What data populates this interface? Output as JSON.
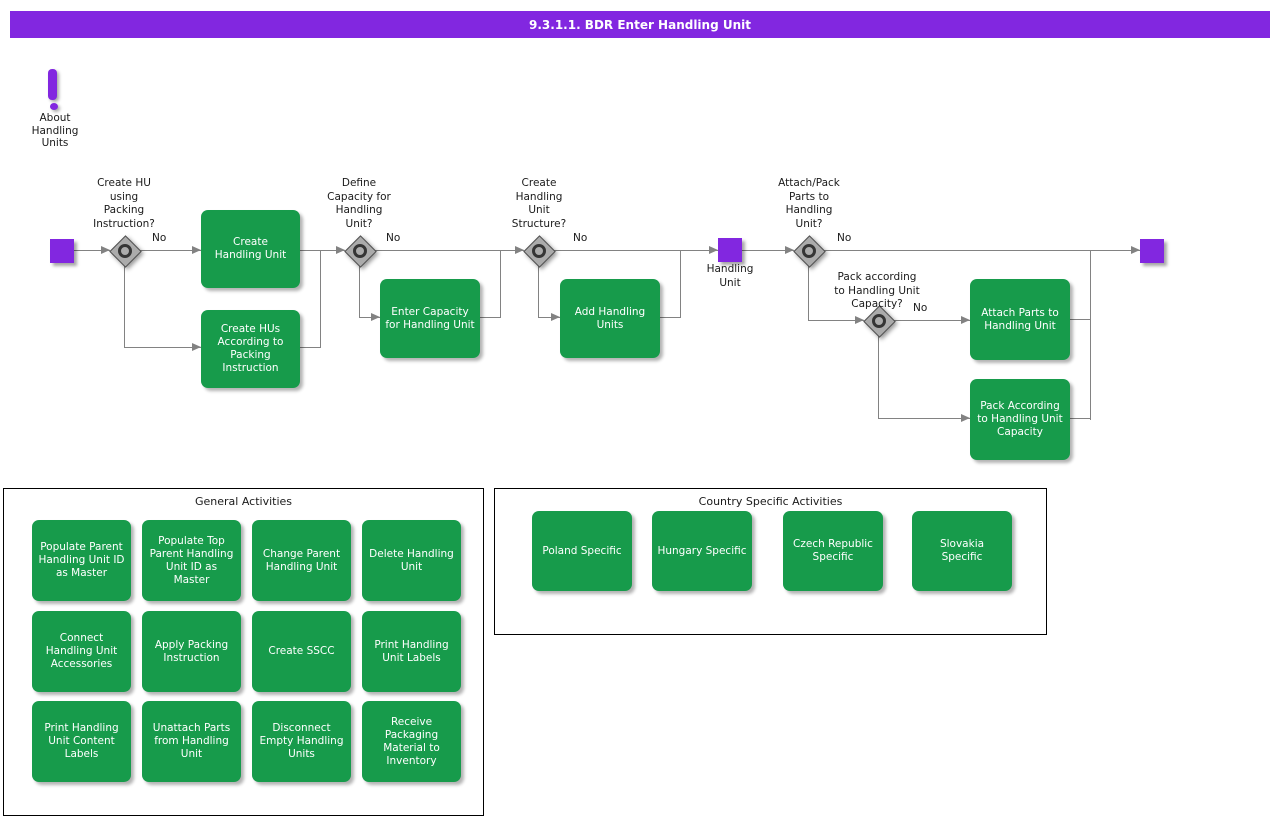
{
  "banner": {
    "title": "9.3.1.1. BDR Enter Handling Unit"
  },
  "about": {
    "label": "About\nHandling\nUnits"
  },
  "flow": {
    "decisions": [
      {
        "question": "Create HU\nusing\nPacking\nInstruction?",
        "branch_label": "No"
      },
      {
        "question": "Define\nCapacity for\nHandling\nUnit?",
        "branch_label": "No"
      },
      {
        "question": "Create\nHandling\nUnit\nStructure?",
        "branch_label": "No"
      },
      {
        "question": "Attach/Pack\nParts to\nHandling\nUnit?",
        "branch_label": "No"
      },
      {
        "question": "Pack according\nto Handling Unit\nCapacity?",
        "branch_label": "No"
      }
    ],
    "activities": [
      {
        "label": "Create\nHandling Unit"
      },
      {
        "label": "Create HUs\nAccording to\nPacking\nInstruction"
      },
      {
        "label": "Enter Capacity\nfor Handling Unit"
      },
      {
        "label": "Add Handling\nUnits"
      },
      {
        "label": "Attach Parts to\nHandling Unit"
      },
      {
        "label": "Pack According\nto Handling Unit\nCapacity"
      }
    ],
    "intermediate_event_label": "Handling\nUnit"
  },
  "general_activities": {
    "title": "General Activities",
    "items": [
      {
        "label": "Populate Parent\nHandling Unit ID\nas Master"
      },
      {
        "label": "Populate Top\nParent Handling\nUnit ID as\nMaster"
      },
      {
        "label": "Change Parent\nHandling Unit"
      },
      {
        "label": "Delete Handling\nUnit"
      },
      {
        "label": "Connect\nHandling Unit\nAccessories"
      },
      {
        "label": "Apply Packing\nInstruction"
      },
      {
        "label": "Create SSCC"
      },
      {
        "label": "Print Handling\nUnit Labels"
      },
      {
        "label": "Print Handling\nUnit Content\nLabels"
      },
      {
        "label": "Unattach Parts\nfrom Handling\nUnit"
      },
      {
        "label": "Disconnect\nEmpty Handling\nUnits"
      },
      {
        "label": "Receive\nPackaging\nMaterial to\nInventory"
      }
    ]
  },
  "country_activities": {
    "title": "Country Specific Activities",
    "items": [
      {
        "label": "Poland Specific"
      },
      {
        "label": "Hungary Specific"
      },
      {
        "label": "Czech Republic\nSpecific"
      },
      {
        "label": "Slovakia\nSpecific"
      }
    ]
  },
  "colors": {
    "purple": "#8227E0",
    "green": "#179B4B",
    "line": "#828282"
  }
}
